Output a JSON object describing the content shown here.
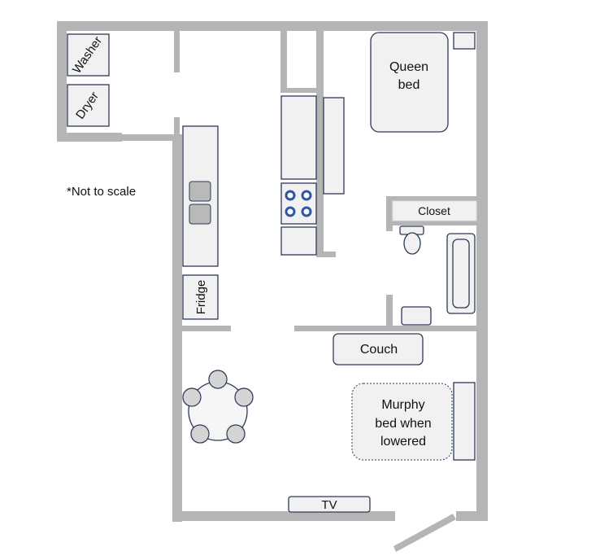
{
  "labels": {
    "washer": "Washer",
    "dryer": "Dryer",
    "not_to_scale": "*Not to scale",
    "fridge": "Fridge",
    "queen_bed_line1": "Queen",
    "queen_bed_line2": "bed",
    "closet": "Closet",
    "couch": "Couch",
    "murphy_line1": "Murphy",
    "murphy_line2": "bed when",
    "murphy_line3": "lowered",
    "tv": "TV"
  },
  "colors": {
    "wall": "#b5b5b5",
    "outline": "#2b3a55",
    "burner": "#2f55a4",
    "furniture_fill": "#f1f1f1"
  }
}
